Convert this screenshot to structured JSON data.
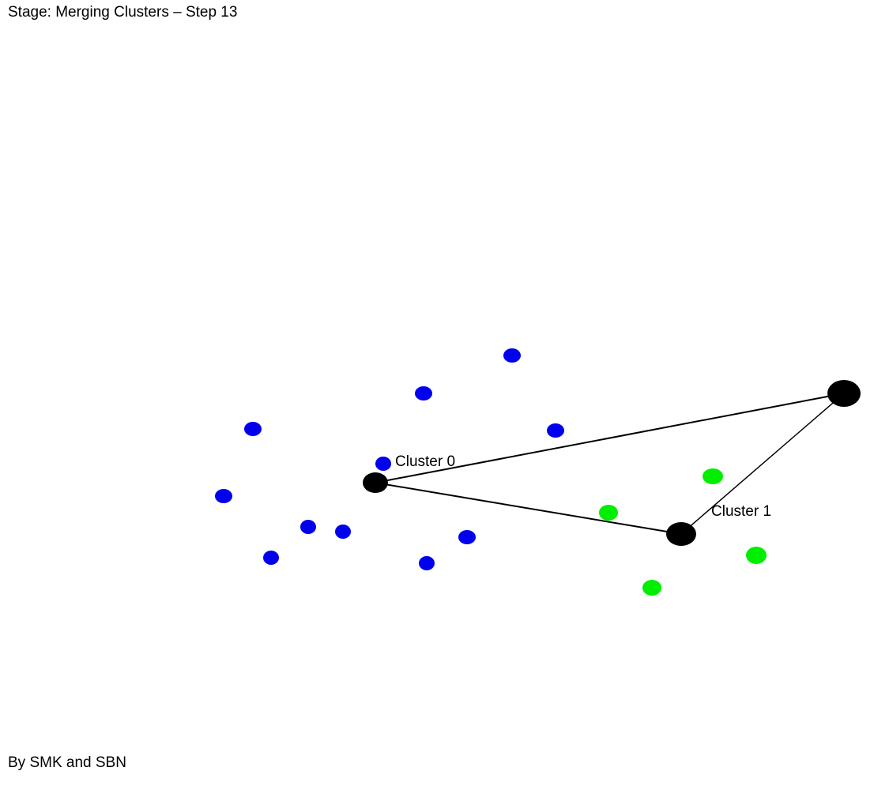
{
  "stage": {
    "label": "Stage: Merging Clusters – Step 13"
  },
  "footer": {
    "credits": "By SMK and SBN"
  },
  "colors": {
    "background": "#ffffff",
    "cluster_0_points": "#0000ee",
    "cluster_1_points": "#00ee00",
    "centroid": "#000000",
    "connector": "#000000"
  },
  "cluster_labels": {
    "cluster_0": "Cluster 0",
    "cluster_1": "Cluster 1"
  }
}
